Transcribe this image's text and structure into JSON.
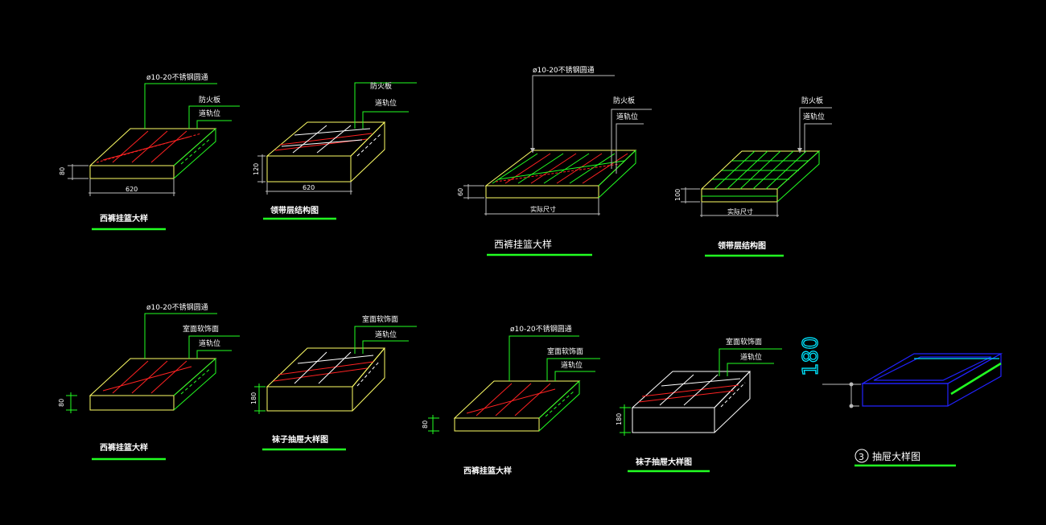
{
  "drawings": [
    {
      "id": "d1",
      "leader": "ø10-20不锈钢圆通",
      "labels": [
        "防火板",
        "道轨位"
      ],
      "dim_h": "80",
      "dim_w": "620",
      "title": "西裤挂篮大样"
    },
    {
      "id": "d2",
      "labels": [
        "防火板",
        "道轨位"
      ],
      "dim_h": "120",
      "dim_w": "620",
      "title": "领带层结构图"
    },
    {
      "id": "d3",
      "leader": "ø10-20不锈钢圆通",
      "labels": [
        "防火板",
        "道轨位"
      ],
      "dim_h": "60",
      "dim_w": "实际尺寸",
      "title": "西裤挂篮大样"
    },
    {
      "id": "d4",
      "labels": [
        "防火板",
        "道轨位"
      ],
      "dim_h": "100",
      "dim_w": "实际尺寸",
      "title": "领带层结构图"
    },
    {
      "id": "d5",
      "leader": "ø10-20不锈钢圆通",
      "labels": [
        "室面软饰面",
        "道轨位"
      ],
      "dim_h": "80",
      "title": "西裤挂篮大样"
    },
    {
      "id": "d6",
      "labels": [
        "室面软饰面",
        "道轨位"
      ],
      "dim_h": "180",
      "title": "袜子抽屉大样图"
    },
    {
      "id": "d7",
      "leader": "ø10-20不锈钢圆通",
      "labels": [
        "室面软饰面",
        "道轨位"
      ],
      "dim_h": "80",
      "title": "西裤挂篮大样"
    },
    {
      "id": "d8",
      "labels": [
        "室面软饰面",
        "道轨位"
      ],
      "dim_h": "180",
      "title": "袜子抽屉大样图"
    },
    {
      "id": "d9",
      "big_dim": "180",
      "marker": "3",
      "title": "抽屉大样图"
    }
  ],
  "colors": {
    "yellow": "#ffff66",
    "green": "#22ff22",
    "red": "#ff2222",
    "white": "#ffffff",
    "cyan": "#00e5ff",
    "blue": "#2222ff",
    "gray": "#bbbbbb"
  }
}
